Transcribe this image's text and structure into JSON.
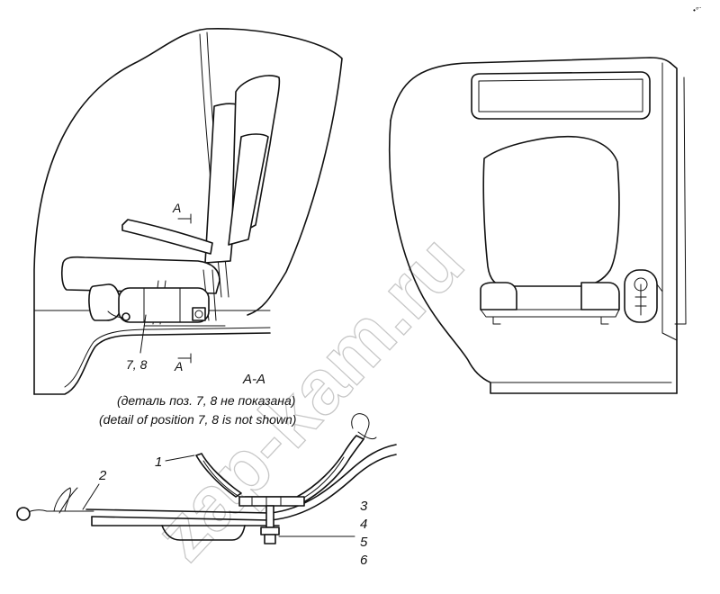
{
  "watermark": "zap-kam.ru",
  "corner_mark": "•°¨",
  "section": {
    "arrow_label": "A",
    "title": "A-A",
    "note_ru": "(деталь поз. 7, 8 не показана)",
    "note_en": "(detail of position 7, 8 is not shown)"
  },
  "callouts": {
    "seat_items": "7, 8",
    "item_1": "1",
    "item_2": "2",
    "item_3": "3",
    "item_4": "4",
    "item_5": "5",
    "item_6": "6"
  }
}
